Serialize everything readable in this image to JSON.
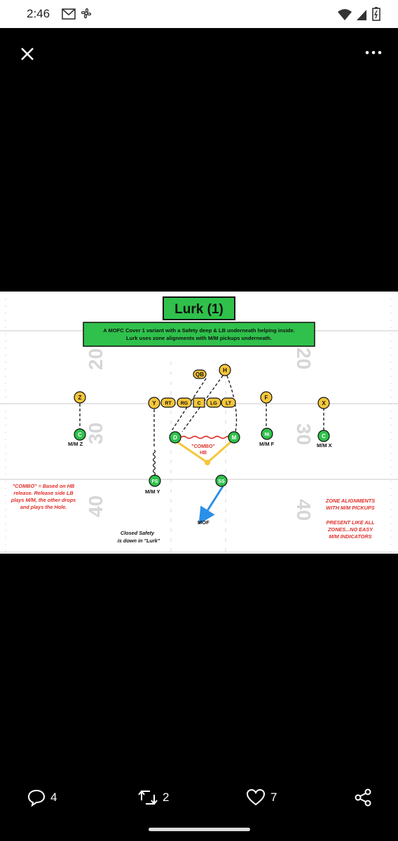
{
  "status_bar": {
    "time": "2:46",
    "left_icons": [
      "gmail-icon",
      "fan-icon"
    ],
    "right_icons": [
      "wifi-icon",
      "signal-icon",
      "battery-icon"
    ]
  },
  "topbar": {
    "close_icon": "close-icon",
    "more_icon": "more-icon"
  },
  "diagram": {
    "title": "Lurk (1)",
    "subtitle_line1": "A MOFC Cover 1 variant with a Safety deep & LB underneath helping inside.",
    "subtitle_line2": "Lurk uses zone alignments with M/M pickups underneath.",
    "yard_numbers": [
      "20",
      "30",
      "40",
      "20",
      "30",
      "40"
    ],
    "players": {
      "qb": "QB",
      "h": "H",
      "z": "Z",
      "y": "Y",
      "rt": "RT",
      "rg": "RG",
      "c": "C",
      "lg": "LG",
      "lt": "LT",
      "f": "F",
      "x": "X",
      "cb_left": "C",
      "d": "D",
      "m": "M",
      "ni": "Ni",
      "cb_right": "C",
      "fs": "FS",
      "ss": "SS"
    },
    "labels": {
      "mm_z": "M/M Z",
      "mm_f": "M/M F",
      "mm_x": "M/M X",
      "mm_y": "M/M Y",
      "combo_line1": "\"COMBO\"",
      "combo_line2": "HB",
      "mof": "MOF",
      "closed_line1": "Closed Safety",
      "closed_line2": "is down in \"Lurk\""
    },
    "notes": {
      "combo_lines": [
        "\"COMBO\" = Based on HB",
        "release. Release side LB",
        "plays M/M, the other drops",
        "and plays the Hole."
      ],
      "zone_lines": [
        "ZONE ALIGNMENTS",
        "WITH M/M PICKUPS"
      ],
      "present_lines": [
        "PRESENT LIKE ALL",
        "ZONES...NO EASY",
        "M/M INDICATORS"
      ]
    },
    "colors": {
      "yellow": "#f5c63a",
      "green": "#2fc14b",
      "red": "#e0302a",
      "blue": "#2a8fe6"
    }
  },
  "actions": {
    "reply_count": "4",
    "retweet_count": "2",
    "like_count": "7",
    "share_icon": "share-icon"
  }
}
